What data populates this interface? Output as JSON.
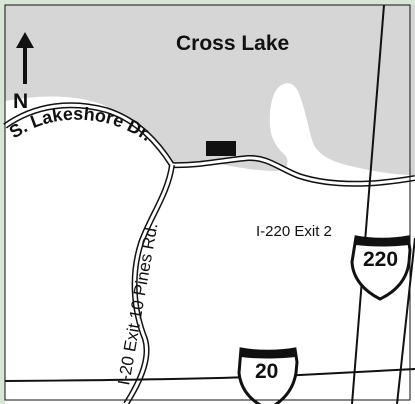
{
  "map": {
    "lake_name": "Cross Lake",
    "north_label": "N",
    "roads": {
      "lakeshore": "S. Lakeshore Dr.",
      "pines": "I-20 Exit 10 Pines Rd.",
      "exit_220_label": "I-220 Exit 2"
    },
    "shields": {
      "i220": "220",
      "i20": "20"
    },
    "colors": {
      "frame_background": "#d7e6d6",
      "lake": "#d6d6d6",
      "road": "#111111",
      "map_background": "#ffffff",
      "destination": "#111111",
      "shield_fill": "#ffffff",
      "shield_text": "#111111"
    }
  }
}
